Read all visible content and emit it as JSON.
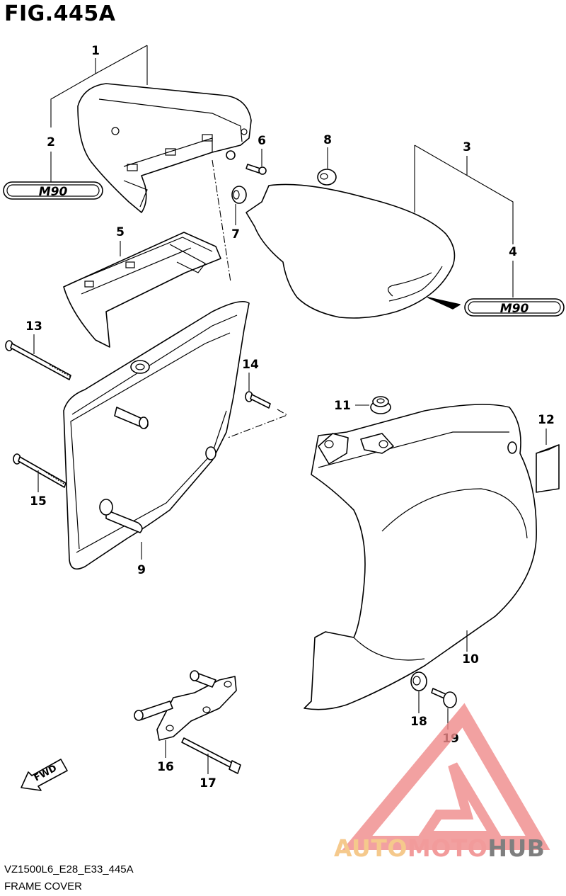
{
  "figure": {
    "title": "FIG.445A"
  },
  "footer": {
    "code": "VZ1500L6_E28_E33_445A",
    "name": "FRAME COVER"
  },
  "emblems": {
    "left": "M90",
    "right": "M90"
  },
  "fwd": {
    "label": "FWD"
  },
  "callouts": [
    "1",
    "2",
    "3",
    "4",
    "5",
    "6",
    "7",
    "8",
    "9",
    "10",
    "11",
    "12",
    "13",
    "14",
    "15",
    "16",
    "17",
    "18",
    "19"
  ],
  "watermark": {
    "word1": "AUTO",
    "word2": "MOTO",
    "word3": "HUB",
    "colors": {
      "auto": "#f5c98c",
      "moto": "#f29b9b",
      "hub": "#7f7f7f",
      "logo": "#f08a8a"
    }
  }
}
